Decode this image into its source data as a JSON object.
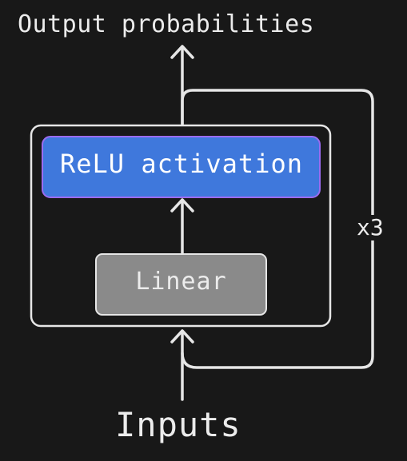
{
  "diagram": {
    "output_label": "Output probabilities",
    "input_label": "Inputs",
    "repeat_label": "x3",
    "layers": [
      {
        "id": "relu",
        "label": "ReLU activation",
        "fill": "#3f78dc",
        "border": "#9b6cf0"
      },
      {
        "id": "linear",
        "label": "Linear",
        "fill": "#8a8a8a",
        "border": "#e6e6e6"
      }
    ]
  },
  "colors": {
    "background": "#181818",
    "stroke": "#e6e6e6"
  }
}
